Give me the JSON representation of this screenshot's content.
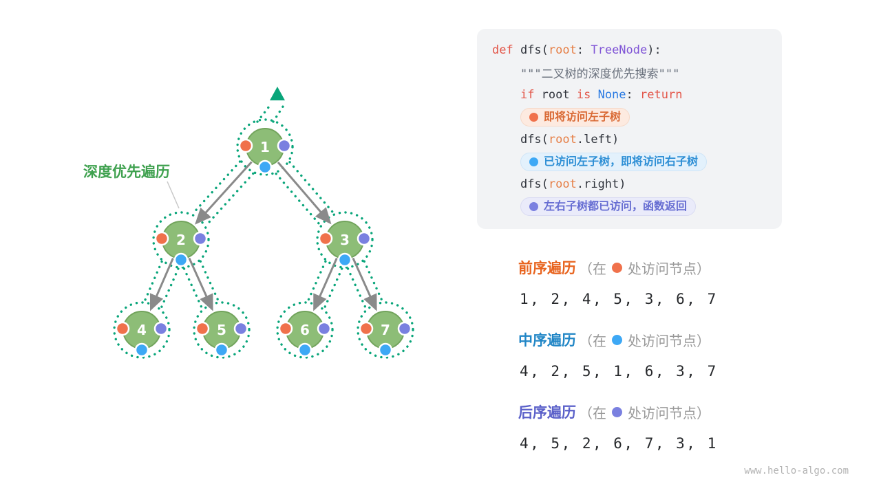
{
  "colors": {
    "page_bg": "#ffffff",
    "node_fill": "#8dbd77",
    "node_stroke": "#72a45c",
    "contour": "#09a57a",
    "edge_gray": "#8a8a8a",
    "preorder_dot": "#f0714b",
    "inorder_dot": "#3da8f5",
    "postorder_dot": "#7a80e0",
    "preorder_text": "#e8641f",
    "inorder_text": "#2186c6",
    "postorder_text": "#5a60c9",
    "tree_label_green": "#3fa14f",
    "caption_gray": "#999999",
    "sequence_text": "#26282b",
    "code_bg": "#f2f3f5",
    "footer_gray": "#b3b3b3"
  },
  "tree": {
    "label": "深度优先遍历",
    "nodes": [
      {
        "value": "1"
      },
      {
        "value": "2"
      },
      {
        "value": "3"
      },
      {
        "value": "4"
      },
      {
        "value": "5"
      },
      {
        "value": "6"
      },
      {
        "value": "7"
      }
    ],
    "edges": [
      "1→2",
      "1→3",
      "2→4",
      "2→5",
      "3→6",
      "3→7"
    ]
  },
  "code": {
    "lines": [
      [
        {
          "t": "def ",
          "c": "#e35649"
        },
        {
          "t": "dfs",
          "c": "#30343c"
        },
        {
          "t": "(",
          "c": "#30343c"
        },
        {
          "t": "root",
          "c": "#e67e45"
        },
        {
          "t": ": ",
          "c": "#30343c"
        },
        {
          "t": "TreeNode",
          "c": "#8055d6"
        },
        {
          "t": "):",
          "c": "#30343c"
        }
      ],
      [
        {
          "t": "    \"\"\"二叉树的深度优先搜索\"\"\"",
          "c": "#69707c"
        }
      ],
      [
        {
          "t": "    ",
          "c": "#30343c"
        },
        {
          "t": "if ",
          "c": "#e35649"
        },
        {
          "t": "root ",
          "c": "#30343c"
        },
        {
          "t": "is ",
          "c": "#e35649"
        },
        {
          "t": "None",
          "c": "#2a7ae2"
        },
        {
          "t": ": ",
          "c": "#30343c"
        },
        {
          "t": "return",
          "c": "#e35649"
        }
      ],
      [
        {
          "t": "    ",
          "c": "#30343c"
        },
        {
          "badge": true,
          "dot": "#f0714b",
          "bg": "#fdeae0",
          "border": "#f6d9c8",
          "c": "#d96a35",
          "t": "即将访问左子树"
        }
      ],
      [
        {
          "t": "    ",
          "c": "#30343c"
        },
        {
          "t": "dfs(",
          "c": "#30343c"
        },
        {
          "t": "root",
          "c": "#e67e45"
        },
        {
          "t": ".left)",
          "c": "#30343c"
        }
      ],
      [
        {
          "t": "    ",
          "c": "#30343c"
        },
        {
          "badge": true,
          "dot": "#3da8f5",
          "bg": "#e3f1fc",
          "border": "#cfe5f7",
          "c": "#2e8fd5",
          "t": "已访问左子树，即将访问右子树"
        }
      ],
      [
        {
          "t": "    ",
          "c": "#30343c"
        },
        {
          "t": "dfs(",
          "c": "#30343c"
        },
        {
          "t": "root",
          "c": "#e67e45"
        },
        {
          "t": ".right)",
          "c": "#30343c"
        }
      ],
      [
        {
          "t": "    ",
          "c": "#30343c"
        },
        {
          "badge": true,
          "dot": "#7a80e0",
          "bg": "#eaebfa",
          "border": "#d9dbf2",
          "c": "#666dd2",
          "t": "左右子树都已访问，函数返回"
        }
      ]
    ]
  },
  "traversals": [
    {
      "title": "前序遍历",
      "prefix": "（在",
      "suffix": "处访问节点）",
      "sequence": "1, 2, 4, 5, 3, 6, 7"
    },
    {
      "title": "中序遍历",
      "prefix": "（在",
      "suffix": "处访问节点）",
      "sequence": "4, 2, 5, 1, 6, 3, 7"
    },
    {
      "title": "后序遍历",
      "prefix": "（在",
      "suffix": "处访问节点）",
      "sequence": "4, 5, 2, 6, 7, 3, 1"
    }
  ],
  "footer": {
    "url": "www.hello-algo.com"
  }
}
